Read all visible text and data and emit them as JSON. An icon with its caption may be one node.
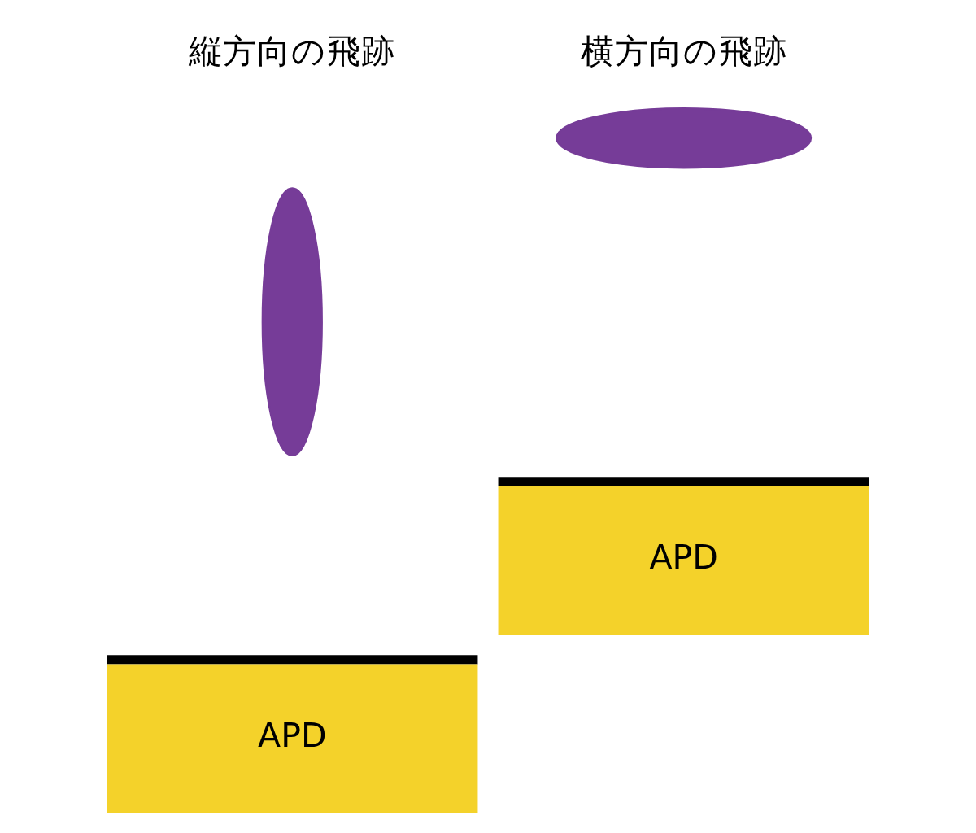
{
  "diagram": {
    "nodes": [
      {
        "text": [],
        "shape": "ellipse",
        "beside": [
          "縦方向の飛跡"
        ]
      },
      {
        "text": [
          "APD"
        ]
      },
      {
        "text": [],
        "shape": "ellipse",
        "beside": [
          "横方向の飛跡"
        ]
      },
      {
        "text": [
          "APD"
        ]
      }
    ],
    "edges": []
  }
}
